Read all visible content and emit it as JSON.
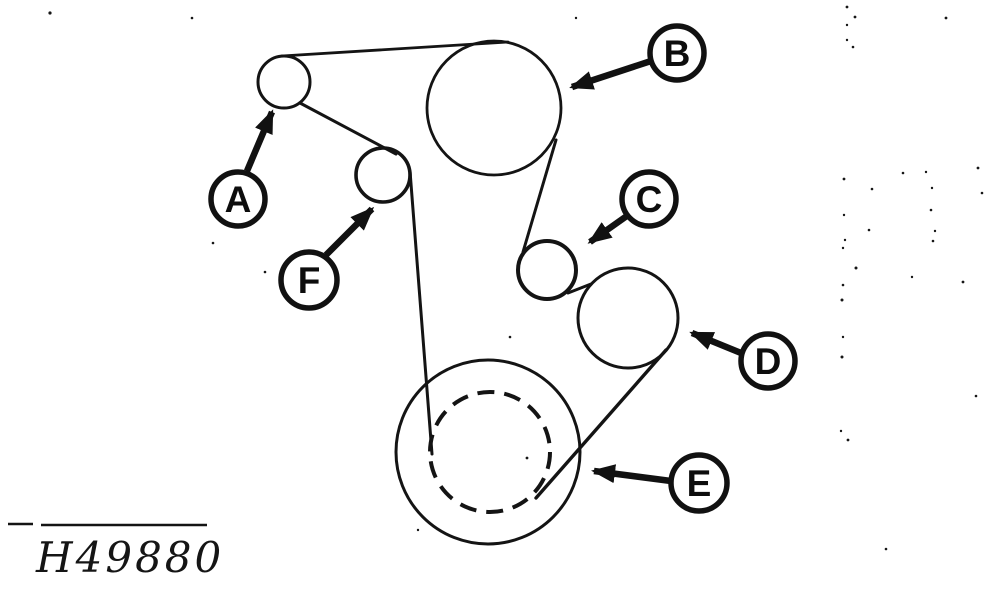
{
  "diagram": {
    "kind": "engine-drive-belt-routing-diagram",
    "figure_code": "H49880",
    "colors": {
      "ink": "#141414",
      "background": "#ffffff"
    },
    "callouts": [
      {
        "letter": "A",
        "target": "upper-left-small-pulley"
      },
      {
        "letter": "B",
        "target": "large-upper-pulley"
      },
      {
        "letter": "C",
        "target": "small-idler-pulley"
      },
      {
        "letter": "D",
        "target": "right-medium-pulley"
      },
      {
        "letter": "E",
        "target": "large-lower-crank-pulley"
      },
      {
        "letter": "F",
        "target": "center-small-pulley"
      }
    ]
  }
}
